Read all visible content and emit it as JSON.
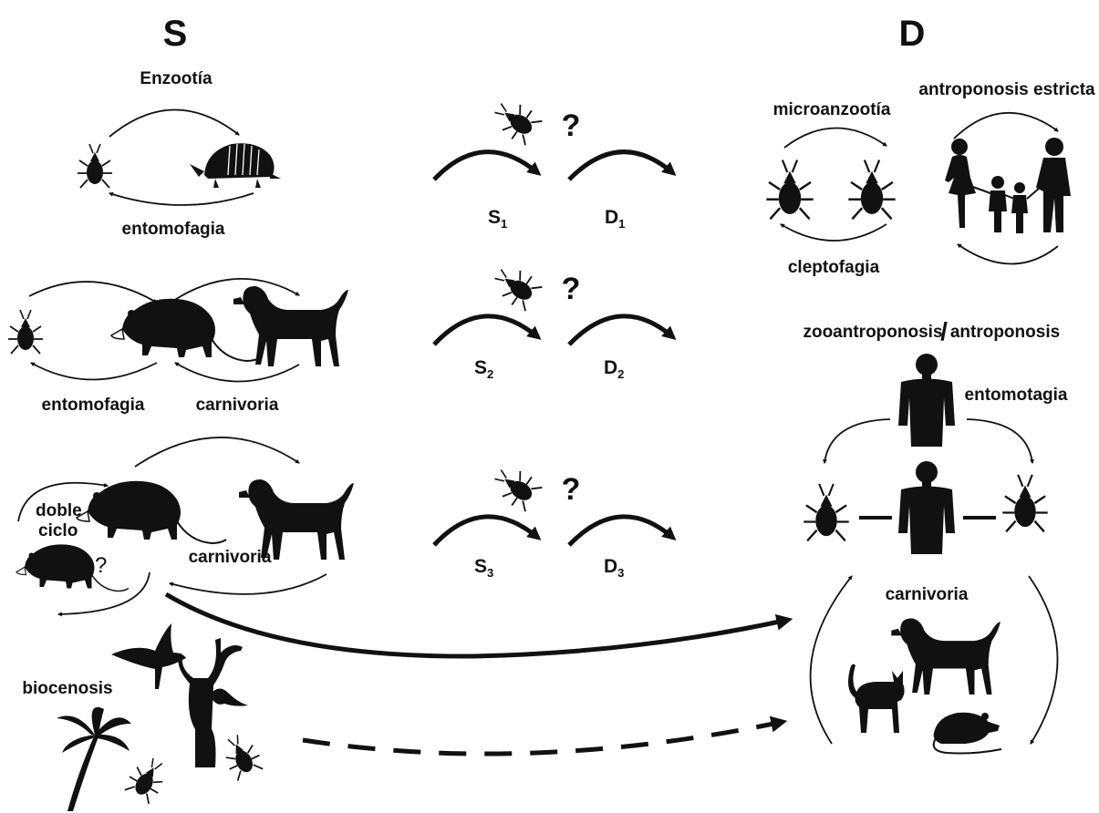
{
  "headings": {
    "left": "S",
    "right": "D"
  },
  "left": {
    "row1": {
      "top": "Enzootía",
      "bottom": "entomofagia"
    },
    "row2": {
      "left": "entomofagia",
      "right": "carnivoria"
    },
    "row3": {
      "doble": "doble",
      "ciclo": "ciclo",
      "question": "?",
      "right": "carnivoria"
    },
    "biocenosis": "biocenosis"
  },
  "middle": {
    "rows": [
      {
        "s_base": "S",
        "s_sub": "1",
        "d_base": "D",
        "d_sub": "1",
        "question": "?"
      },
      {
        "s_base": "S",
        "s_sub": "2",
        "d_base": "D",
        "d_sub": "2",
        "question": "?"
      },
      {
        "s_base": "S",
        "s_sub": "3",
        "d_base": "D",
        "d_sub": "3",
        "question": "?"
      }
    ]
  },
  "right": {
    "microanzootia": "microanzootía",
    "cleptofagia": "cleptofagia",
    "antroponosis_estricta": "antroponosis estricta",
    "zoo_a": "zooantroponosis",
    "zoo_sep": "/",
    "zoo_b": "antroponosis",
    "entomotagia": "entomotagia",
    "carnivoria": "carnivoria"
  },
  "icons": [
    "triatomine-bug-icon",
    "armadillo-icon",
    "opossum-icon",
    "dog-icon",
    "human-icon",
    "family-icon",
    "cat-icon",
    "rat-icon",
    "bird-icon",
    "palm-tree-icon",
    "tree-icon"
  ],
  "colors": {
    "ink": "#111111",
    "background": "#ffffff"
  }
}
